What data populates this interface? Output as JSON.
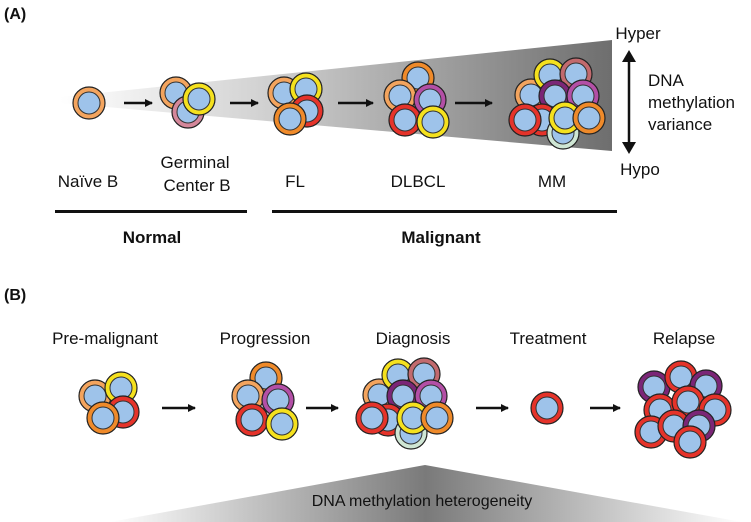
{
  "panel_a": {
    "label": "(A)",
    "stages": [
      "Naïve B",
      "Germinal Center B",
      "FL",
      "DLBCL",
      "MM"
    ],
    "stage_lines": {
      "germinal_line1": "Germinal",
      "germinal_line2": "Center B"
    },
    "groups": {
      "normal": "Normal",
      "malignant": "Malignant"
    },
    "variance_axis": {
      "top": "Hyper",
      "bottom": "Hypo",
      "label_lines": [
        "DNA",
        "methylation",
        "variance"
      ]
    }
  },
  "panel_b": {
    "label": "(B)",
    "stages": [
      "Pre-malignant",
      "Progression",
      "Diagnosis",
      "Treatment",
      "Relapse"
    ],
    "bottom_label": "DNA methylation heterogeneity"
  },
  "colors": {
    "cell_fill": "#9ec3ea",
    "orange": "#ef8a2a",
    "light_orange": "#f3a45e",
    "yellow": "#f5e11e",
    "red": "#e5332a",
    "pink": "#d4879a",
    "magenta": "#b34fa6",
    "purple": "#7b2677",
    "mauve": "#c26a6e",
    "pale_green": "#cfe6d4"
  }
}
